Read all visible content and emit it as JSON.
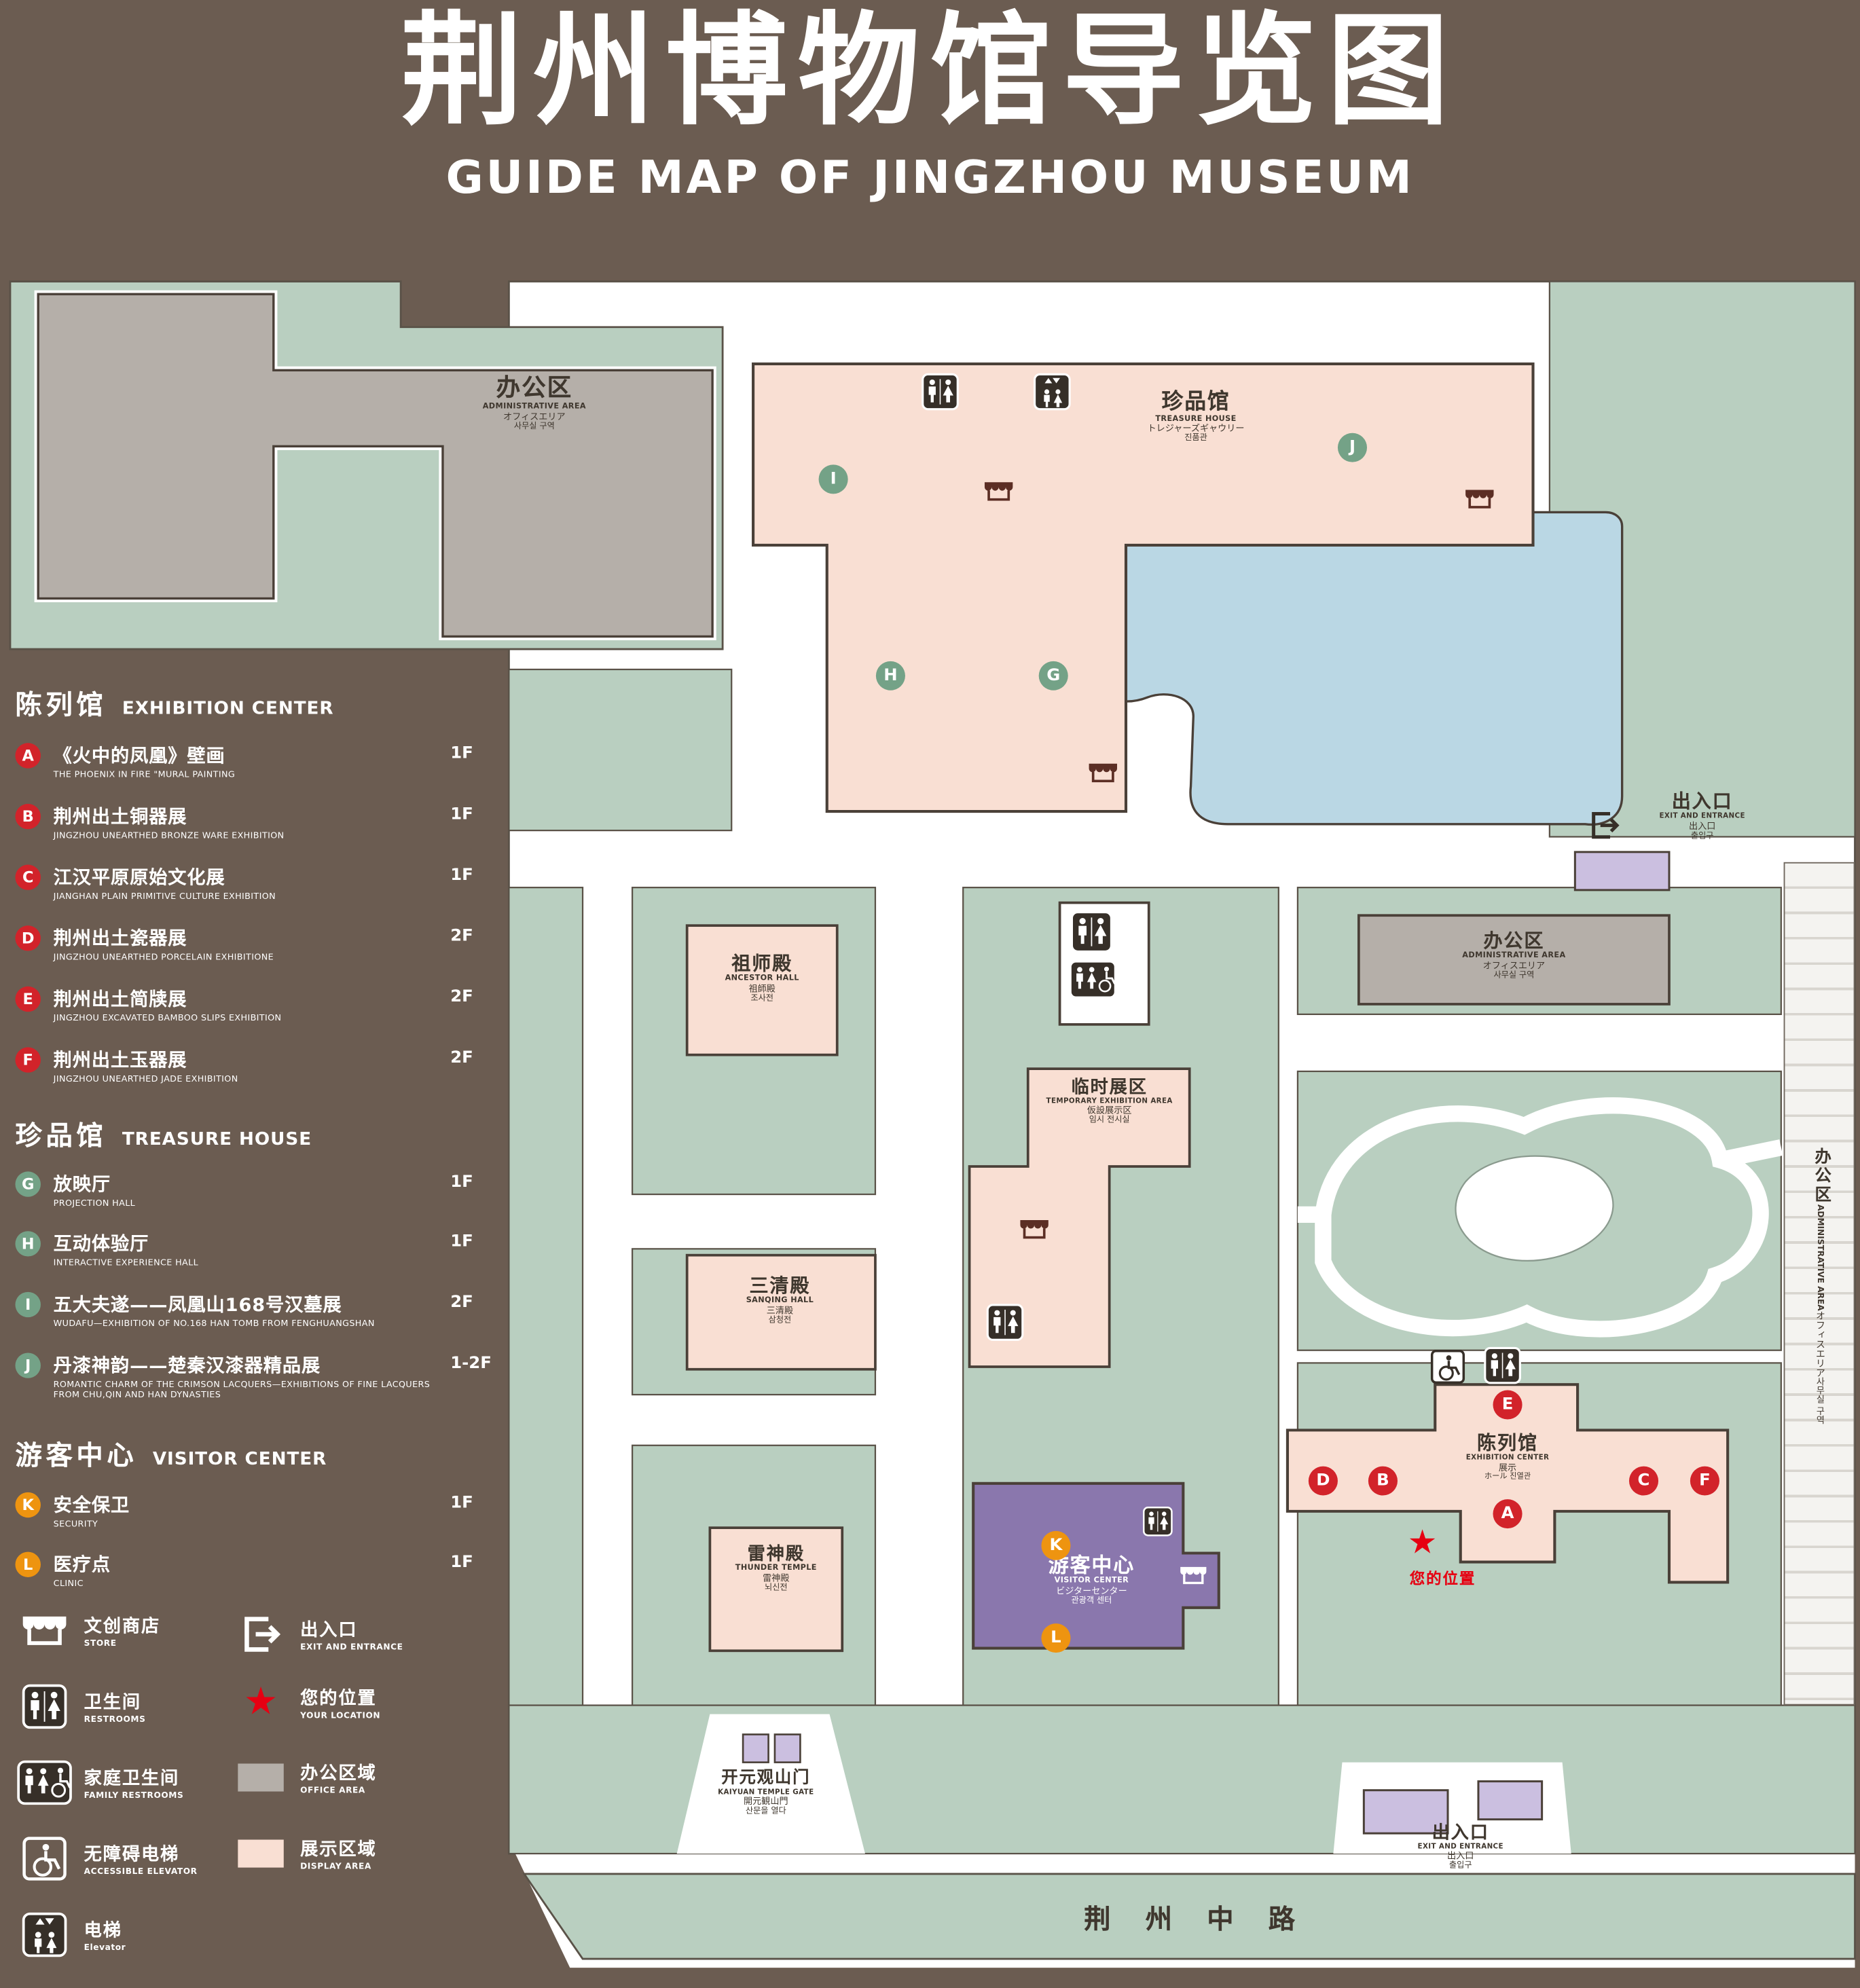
{
  "title": {
    "zh": "荆州博物馆导览图",
    "en": "GUIDE MAP OF JINGZHOU MUSEUM"
  },
  "colors": {
    "background": "#6b5c51",
    "grass": "#b9cfc0",
    "display_area": "#f9dfd3",
    "office_area": "#b5afa9",
    "water": "#bad7e4",
    "visitor_center": "#8a77ad",
    "exit_pad": "#cbbfe0",
    "marker_red": "#d2232a",
    "marker_green": "#74a287",
    "marker_orange": "#ee9410",
    "location_red": "#e60012"
  },
  "legend": {
    "sections": [
      {
        "title_zh": "陈列馆",
        "title_en": "EXHIBITION CENTER",
        "items": [
          {
            "marker": "A",
            "zh": "《火中的凤凰》壁画",
            "en": "THE PHOENIX IN FIRE \"MURAL PAINTING",
            "floor": "1F"
          },
          {
            "marker": "B",
            "zh": "荆州出土铜器展",
            "en": "JINGZHOU UNEARTHED BRONZE WARE EXHIBITION",
            "floor": "1F"
          },
          {
            "marker": "C",
            "zh": "江汉平原原始文化展",
            "en": "JIANGHAN PLAIN PRIMITIVE CULTURE EXHIBITION",
            "floor": "1F"
          },
          {
            "marker": "D",
            "zh": "荆州出土瓷器展",
            "en": "JINGZHOU UNEARTHED PORCELAIN EXHIBITIONE",
            "floor": "2F"
          },
          {
            "marker": "E",
            "zh": "荆州出土简牍展",
            "en": "JINGZHOU EXCAVATED BAMBOO SLIPS EXHIBITION",
            "floor": "2F"
          },
          {
            "marker": "F",
            "zh": "荆州出土玉器展",
            "en": "JINGZHOU UNEARTHED JADE EXHIBITION",
            "floor": "2F"
          }
        ]
      },
      {
        "title_zh": "珍品馆",
        "title_en": "TREASURE HOUSE",
        "items": [
          {
            "marker": "G",
            "zh": "放映厅",
            "en": "PROJECTION HALL",
            "floor": "1F"
          },
          {
            "marker": "H",
            "zh": "互动体验厅",
            "en": "INTERACTIVE EXPERIENCE HALL",
            "floor": "1F"
          },
          {
            "marker": "I",
            "zh": "五大夫遂——凤凰山168号汉墓展",
            "en": "WUDAFU—EXHIBITION OF NO.168 HAN TOMB FROM FENGHUANGSHAN",
            "floor": "2F"
          },
          {
            "marker": "J",
            "zh": "丹漆神韵——楚秦汉漆器精品展",
            "en": "ROMANTIC CHARM OF THE CRIMSON LACQUERS—EXHIBITIONS OF FINE LACQUERS FROM CHU,QIN AND HAN DYNASTIES",
            "floor": "1-2F"
          }
        ]
      },
      {
        "title_zh": "游客中心",
        "title_en": "VISITOR CENTER",
        "items": [
          {
            "marker": "K",
            "zh": "安全保卫",
            "en": "SECURITY",
            "floor": "1F"
          },
          {
            "marker": "L",
            "zh": "医疗点",
            "en": "CLINIC",
            "floor": "1F"
          }
        ]
      }
    ],
    "symbols": [
      {
        "icon": "store-icon",
        "zh": "文创商店",
        "en": "STORE"
      },
      {
        "icon": "exit-icon",
        "zh": "出入口",
        "en": "EXIT AND ENTRANCE"
      },
      {
        "icon": "restroom-icon",
        "zh": "卫生间",
        "en": "RESTROOMS"
      },
      {
        "icon": "location-star-icon",
        "zh": "您的位置",
        "en": "YOUR LOCATION"
      },
      {
        "icon": "family-restroom-icon",
        "zh": "家庭卫生间",
        "en": "FAMILY RESTROOMS"
      },
      {
        "icon": "office-area-swatch",
        "zh": "办公区域",
        "en": "OFFICE AREA"
      },
      {
        "icon": "accessible-elevator-icon",
        "zh": "无障碍电梯",
        "en": "ACCESSIBLE ELEVATOR"
      },
      {
        "icon": "display-area-swatch",
        "zh": "展示区域",
        "en": "DISPLAY AREA"
      },
      {
        "icon": "elevator-icon",
        "zh": "电梯",
        "en": "Elevator"
      }
    ]
  },
  "map": {
    "labels": {
      "admin_top": {
        "zh": "办公区",
        "en": "ADMINISTRATIVE AREA",
        "ja": "オフィスエリア",
        "ko": "사무실 구역"
      },
      "treasure_house": {
        "zh": "珍品馆",
        "en": "TREASURE HOUSE",
        "ja": "トレジャーズギャウリー",
        "ko": "진품관"
      },
      "exit_right": {
        "zh": "出入口",
        "en": "EXIT AND ENTRANCE",
        "ja": "出入口",
        "ko": "출입구"
      },
      "admin_right": {
        "zh": "办公区",
        "en": "ADMINISTRATIVE AREA",
        "ja": "オフィスエリア",
        "ko": "사무실 구역"
      },
      "admin_edge": {
        "zh": "办公区",
        "en": "ADMINISTRATIVE AREA",
        "ja": "オフィスエリア",
        "ko": "사무실 구역"
      },
      "ancestor_hall": {
        "zh": "祖师殿",
        "en": "ANCESTOR HALL",
        "ja": "祖師殿",
        "ko": "조사전"
      },
      "temporary_area": {
        "zh": "临时展区",
        "en": "TEMPORARY EXHIBITION AREA",
        "ja": "仮設展示区",
        "ko": "임시 전시실"
      },
      "sanqing_hall": {
        "zh": "三清殿",
        "en": "SANQING HALL",
        "ja": "三清殿",
        "ko": "삼청전"
      },
      "thunder_temple": {
        "zh": "雷神殿",
        "en": "THUNDER TEMPLE",
        "ja": "雷神殿",
        "ko": "뇌신전"
      },
      "visitor_center": {
        "zh": "游客中心",
        "en": "VISITOR CENTER",
        "ja": "ビジターセンター",
        "ko": "관광객 센터"
      },
      "exhibition_center": {
        "zh": "陈列馆",
        "en": "EXHIBITION CENTER",
        "zh2": "展示",
        "jako": "ホール 진열관"
      },
      "your_location": {
        "zh": "您的位置"
      },
      "kaiyuan_gate": {
        "zh": "开元观山门",
        "en": "KAIYUAN TEMPLE GATE",
        "ja": "開元観山門",
        "ko": "산문을 열다"
      },
      "exit_bottom": {
        "zh": "出入口",
        "en": "EXIT AND ENTRANCE",
        "ja": "出入口",
        "ko": "출입구"
      },
      "road": {
        "zh": "荆 州 中 路"
      }
    },
    "markers": {
      "red": [
        "A",
        "B",
        "C",
        "D",
        "E",
        "F"
      ],
      "green": [
        "G",
        "H",
        "I",
        "J"
      ],
      "orange": [
        "K",
        "L"
      ]
    }
  }
}
